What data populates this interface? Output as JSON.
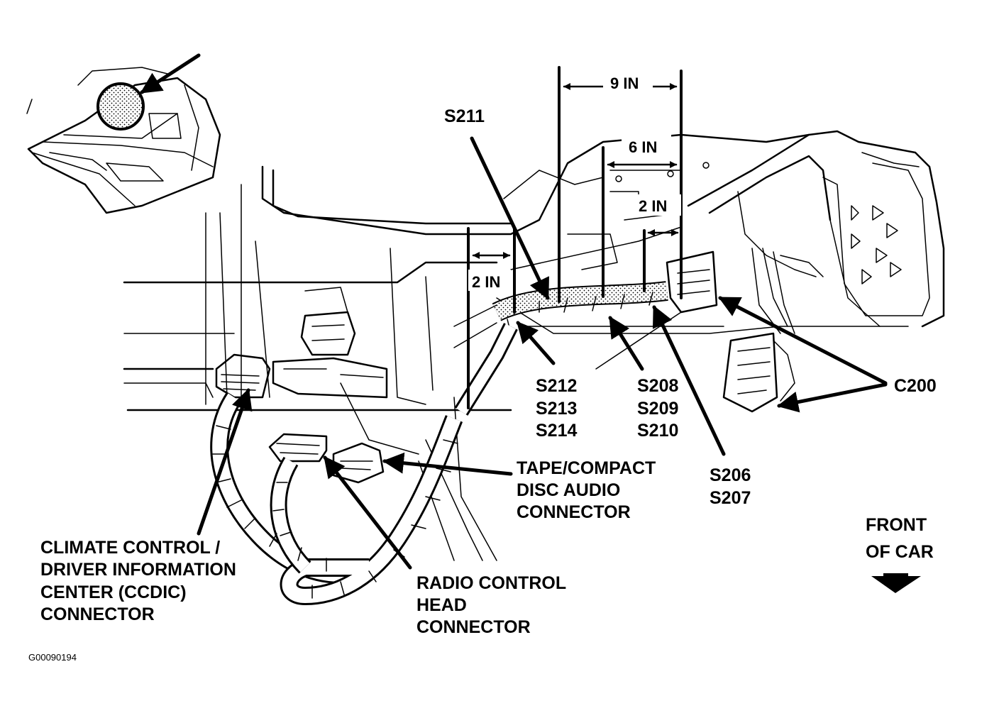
{
  "labels": {
    "s211": "S211",
    "dim_9in": "9 IN",
    "dim_6in": "6 IN",
    "dim_2in_right": "2 IN",
    "dim_2in_left": "2 IN",
    "s212_group": [
      "S212",
      "S213",
      "S214"
    ],
    "s208_group": [
      "S208",
      "S209",
      "S210"
    ],
    "s206_group": [
      "S206",
      "S207"
    ],
    "c200": "C200",
    "tape_compact": [
      "TAPE/COMPACT",
      "DISC AUDIO",
      "CONNECTOR"
    ],
    "climate_control": [
      "CLIMATE CONTROL /",
      "DRIVER INFORMATION",
      "CENTER (CCDIC)",
      "CONNECTOR"
    ],
    "radio_control": [
      "RADIO CONTROL",
      "HEAD",
      "CONNECTOR"
    ],
    "front_of_car": [
      "FRONT",
      "OF CAR"
    ],
    "figure_code": "G00090194"
  },
  "icons": {
    "front_arrow": "down-arrow-icon",
    "locator_view": "vehicle-interior-locator-icon"
  }
}
